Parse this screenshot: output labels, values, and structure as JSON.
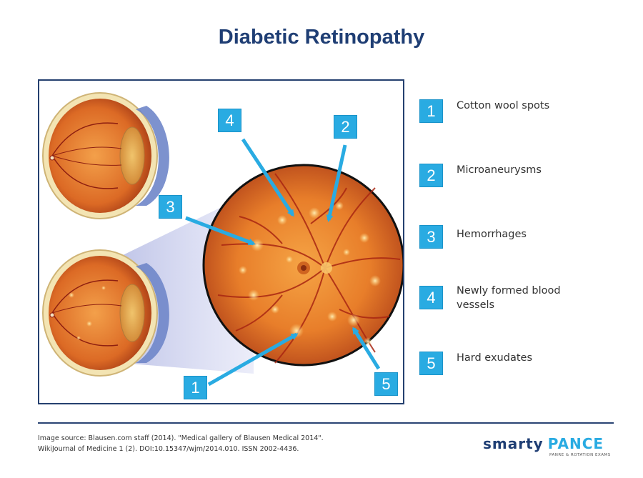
{
  "title": "Diabetic Retinopathy",
  "figure": {
    "markers": [
      {
        "number": "1",
        "target": "cotton-wool-spot"
      },
      {
        "number": "2",
        "target": "microaneurysm"
      },
      {
        "number": "3",
        "target": "hemorrhage"
      },
      {
        "number": "4",
        "target": "new-vessels"
      },
      {
        "number": "5",
        "target": "hard-exudate"
      }
    ],
    "colors": {
      "badge": "#29abe2",
      "arrow": "#29abe2",
      "retina": "#e0782a",
      "frame": "#25406f"
    }
  },
  "legend": [
    {
      "number": "1",
      "label": "Cotton wool spots"
    },
    {
      "number": "2",
      "label": "Microaneurysms"
    },
    {
      "number": "3",
      "label": "Hemorrhages"
    },
    {
      "number": "4",
      "label": "Newly formed blood vessels"
    },
    {
      "number": "5",
      "label": "Hard exudates"
    }
  ],
  "footer": {
    "source_line1": "Image source: Blausen.com staff (2014). \"Medical gallery of Blausen Medical 2014\".",
    "source_line2": "WikiJournal of Medicine 1 (2). DOI:10.15347/wjm/2014.010. ISSN 2002-4436.",
    "logo_part1": "smarty",
    "logo_part2": "PANCE",
    "logo_tagline": "PANRE & ROTATION EXAMS"
  }
}
